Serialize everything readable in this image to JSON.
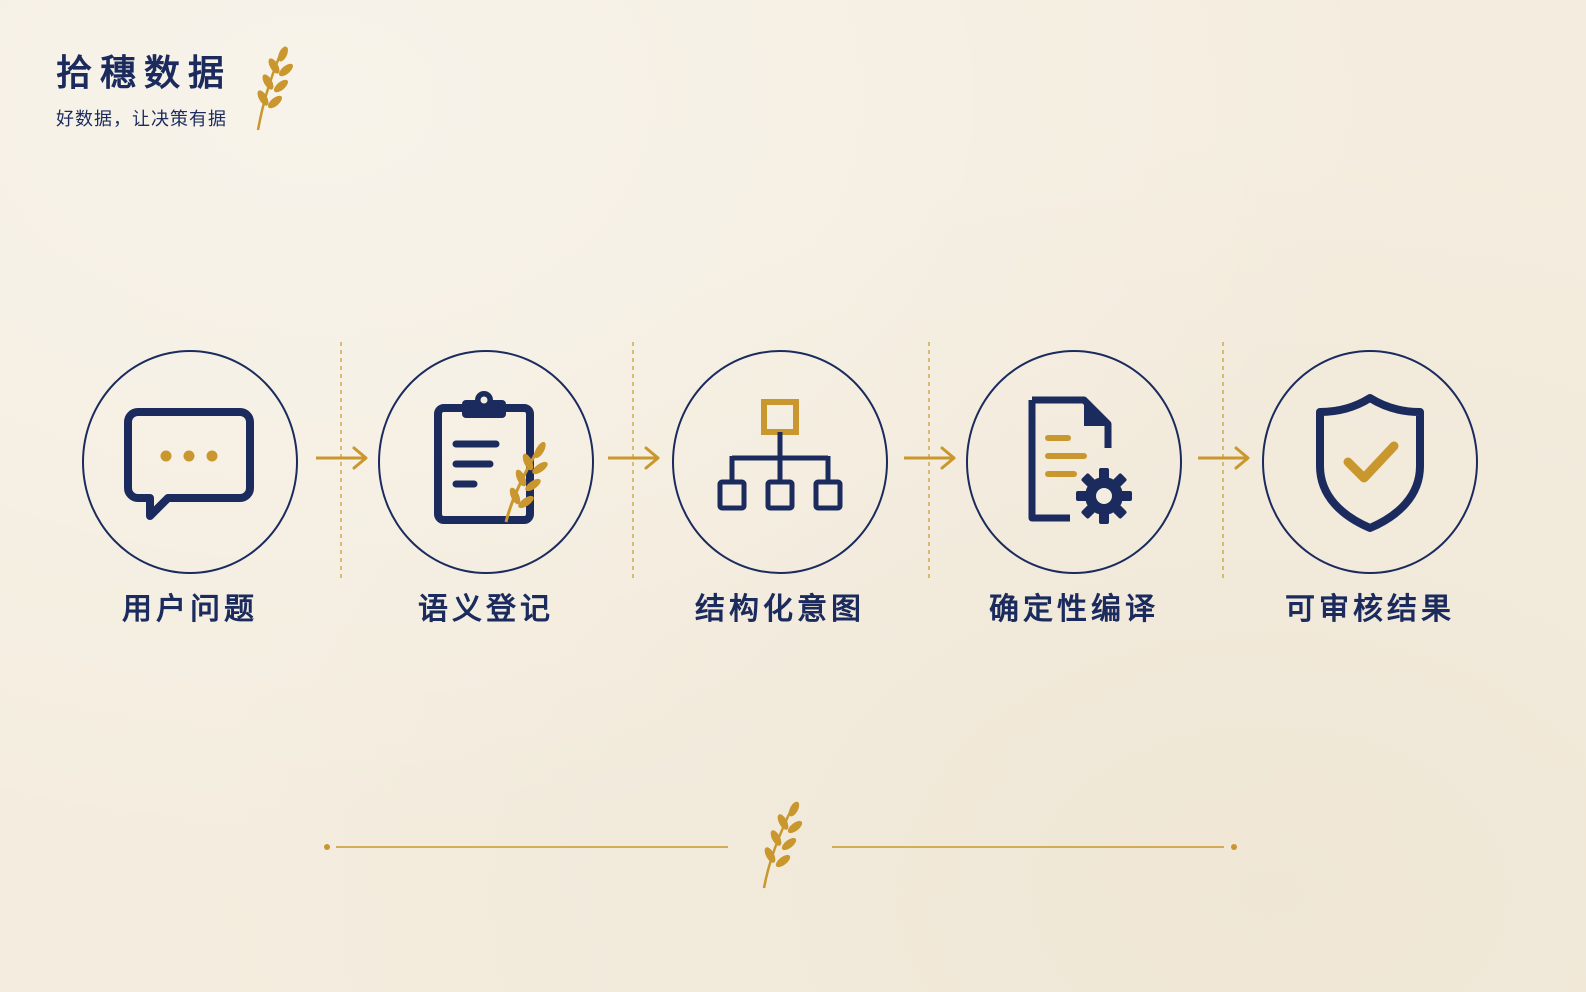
{
  "brand": {
    "name": "拾穗数据",
    "tagline": "好数据，让决策有据",
    "logo_icon": "wheat-icon"
  },
  "colors": {
    "navy": "#1b2b5e",
    "gold": "#c9972e",
    "background": "#f4eddf"
  },
  "flow": {
    "steps": [
      {
        "label": "用户问题",
        "icon": "chat-bubble-icon"
      },
      {
        "label": "语义登记",
        "icon": "clipboard-wheat-icon"
      },
      {
        "label": "结构化意图",
        "icon": "hierarchy-icon"
      },
      {
        "label": "确定性编译",
        "icon": "document-gear-icon"
      },
      {
        "label": "可审核结果",
        "icon": "shield-check-icon"
      }
    ],
    "connector_icon": "arrow-right-icon"
  },
  "footer": {
    "ornament_icon": "wheat-icon"
  }
}
